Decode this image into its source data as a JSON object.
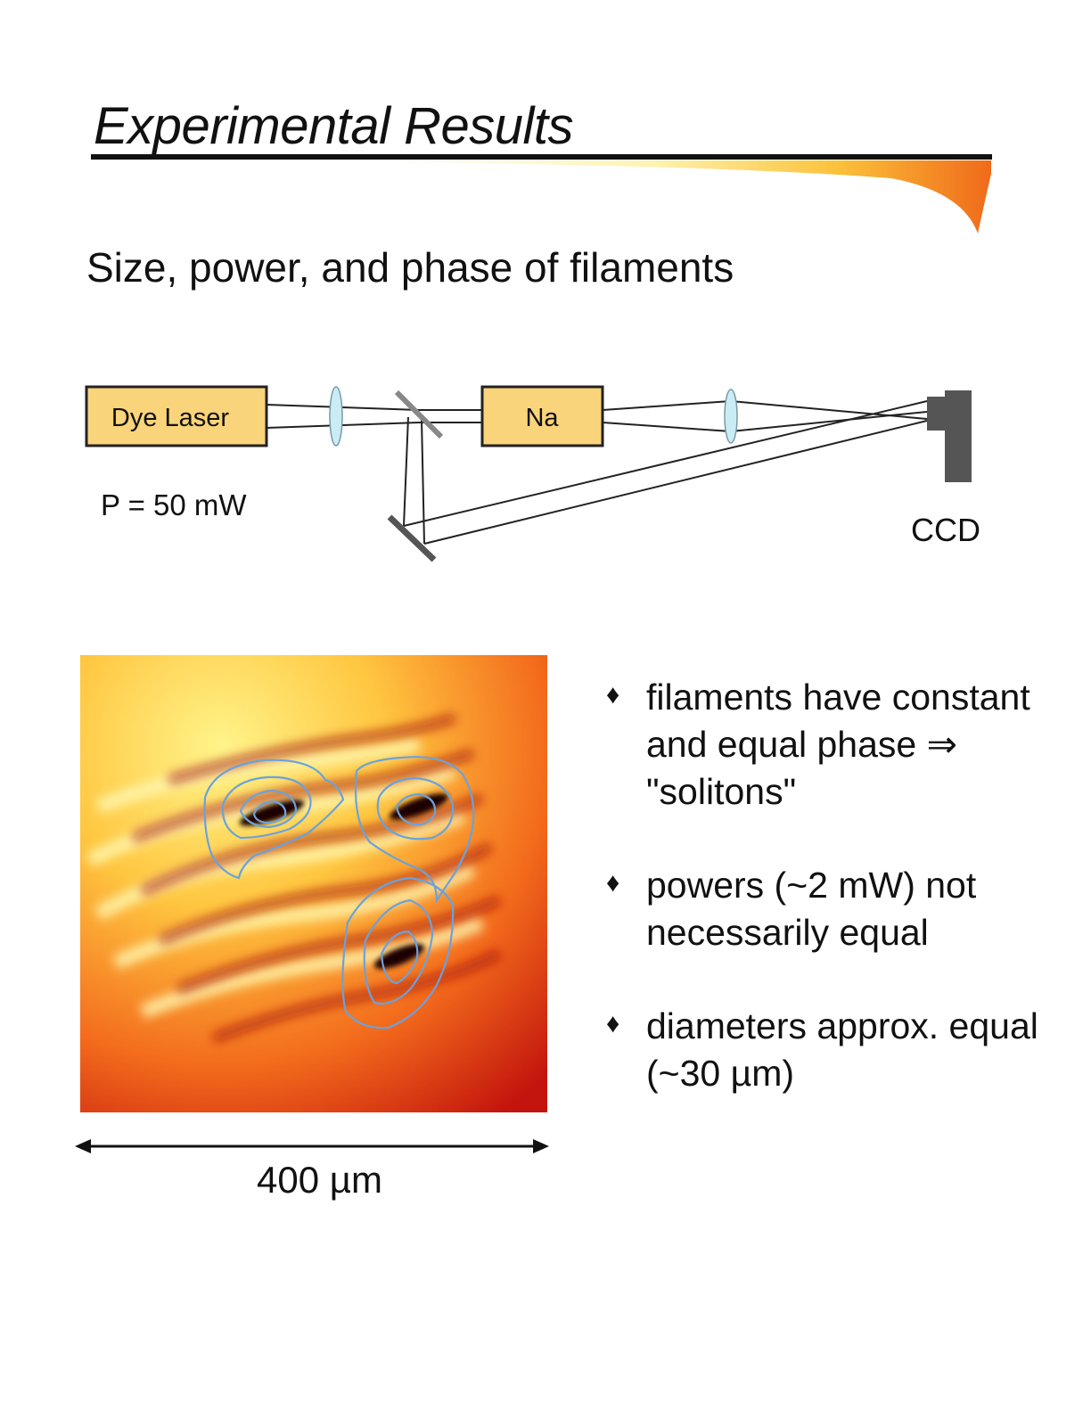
{
  "header": {
    "title": "Experimental Results",
    "subtitle": "Size, power, and phase of filaments"
  },
  "setup_diagram": {
    "laser_label": "Dye Laser",
    "cell_label": "Na",
    "power_label": "P = 50 mW",
    "camera_label": "CCD",
    "box_fill": "#fad47a",
    "lens_fill": "#c9ecf5",
    "camera_fill": "#555555"
  },
  "image": {
    "scale_label": "400 µm",
    "contour_color": "#6aa2dc"
  },
  "bullets": [
    {
      "mark": "♦",
      "text": "filaments have constant and equal phase ⇒ \"solitons\""
    },
    {
      "mark": "♦",
      "text": "powers (~2 mW) not necessarily equal"
    },
    {
      "mark": "♦",
      "text": "diameters approx. equal (~30 µm)"
    }
  ]
}
